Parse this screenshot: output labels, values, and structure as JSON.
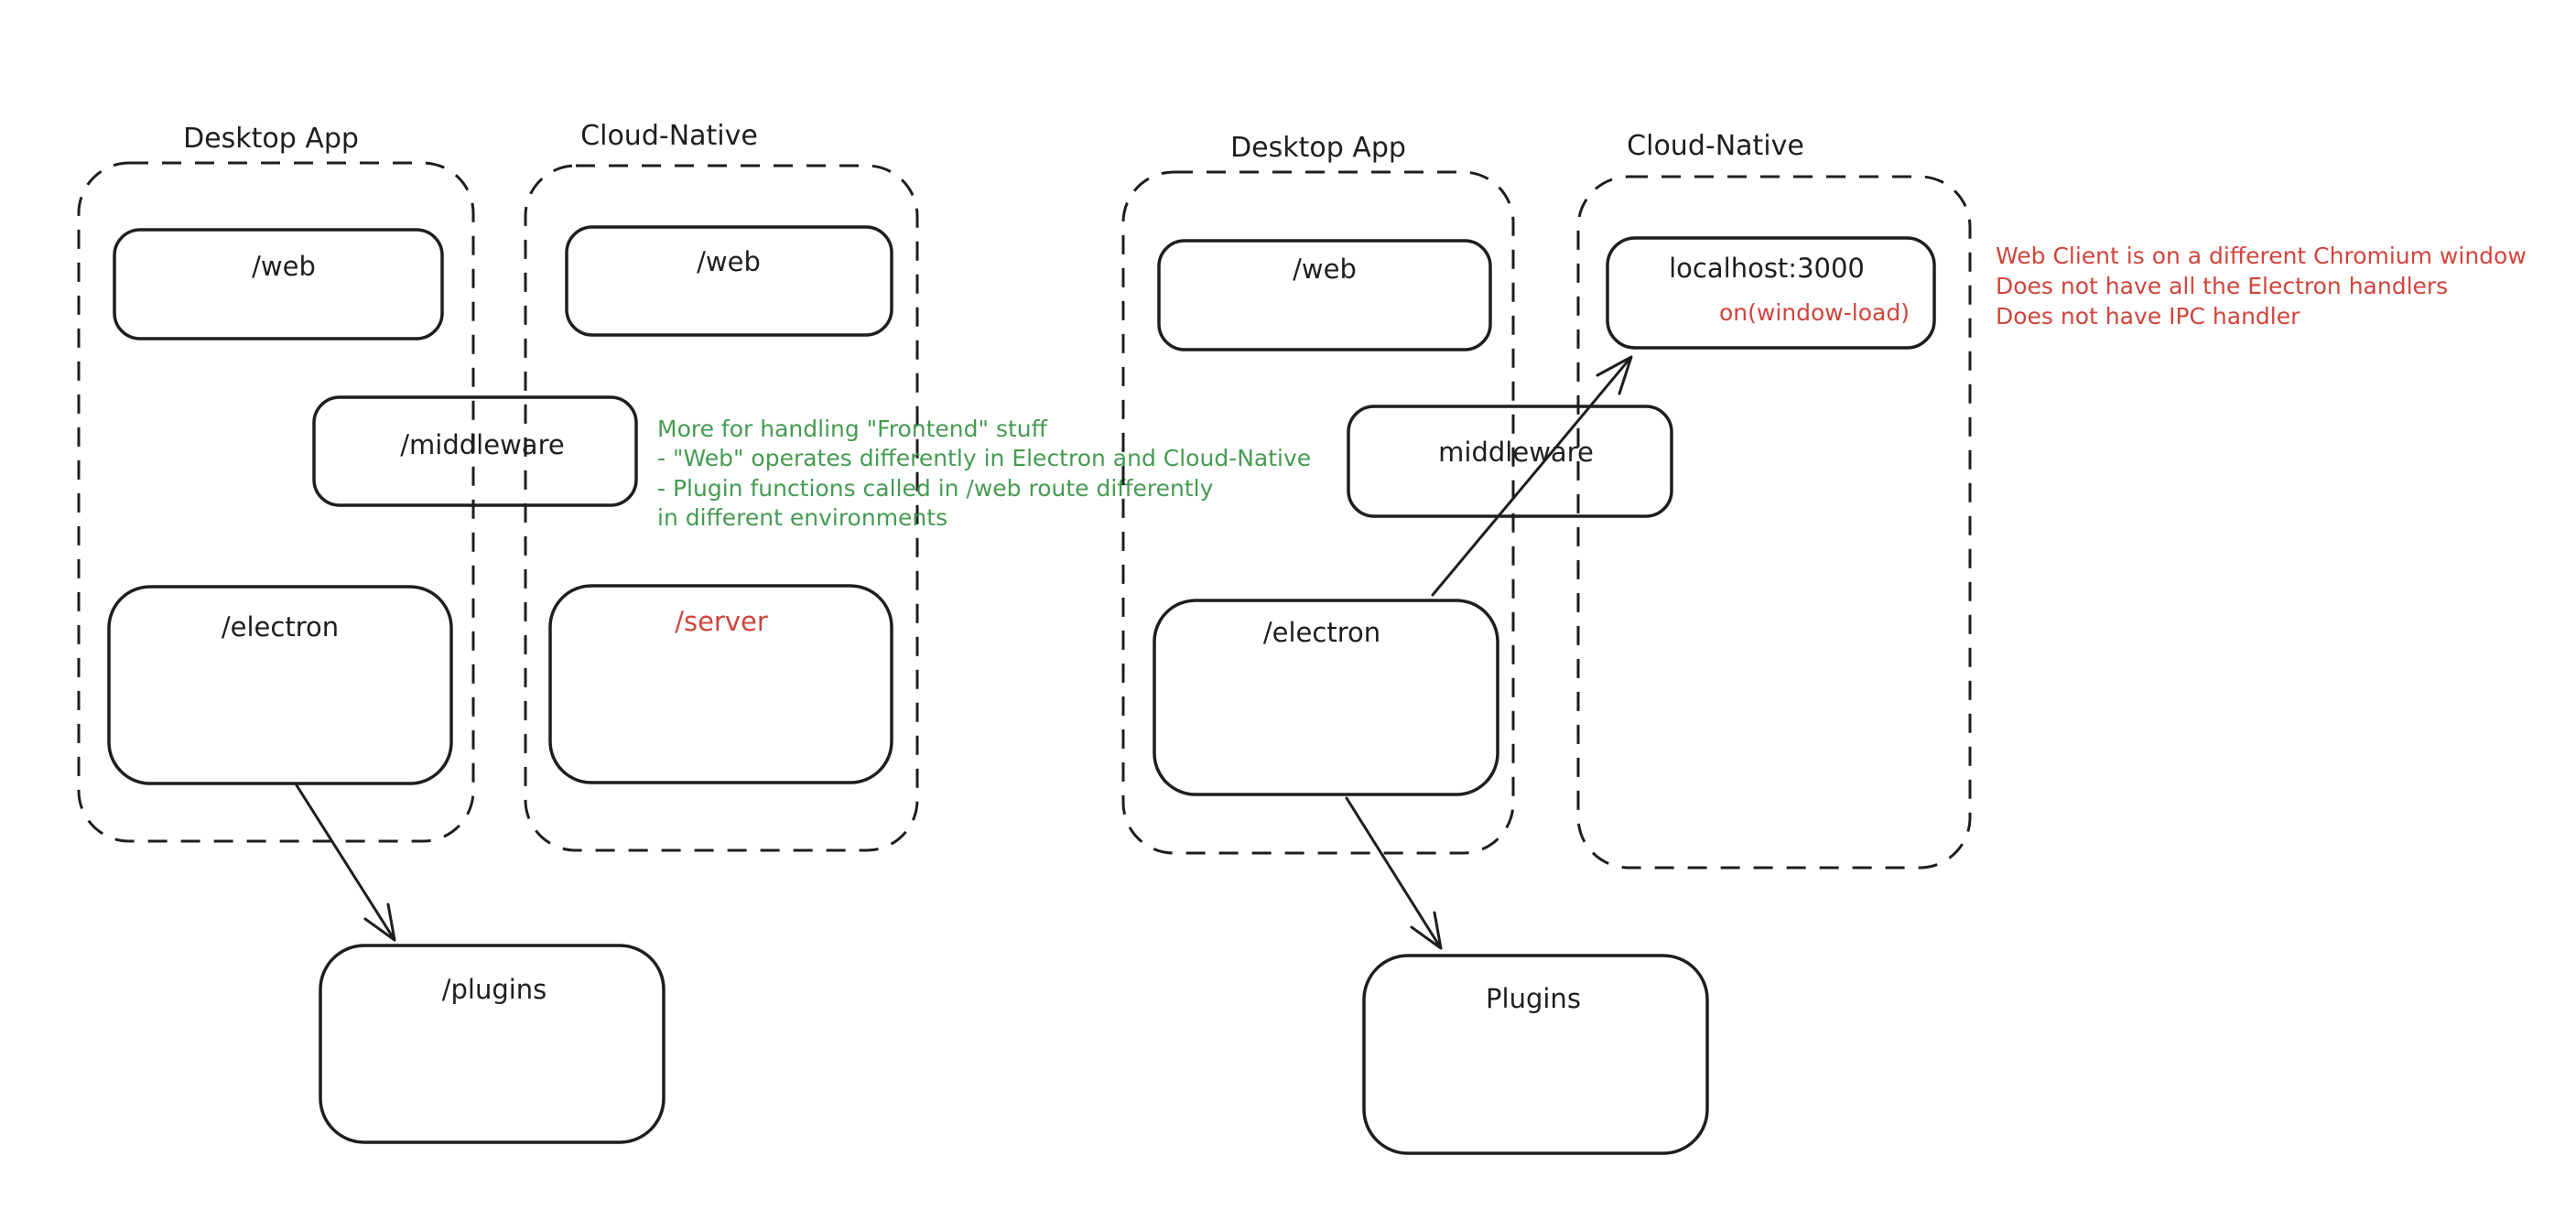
{
  "colors": {
    "background": "#ffffff",
    "ink": "#1e1e1e",
    "green": "#459b52",
    "red": "#d0453c"
  },
  "left": {
    "desktop_app": {
      "title": "Desktop App",
      "web": "/web",
      "electron": "/electron"
    },
    "cloud_native": {
      "title": "Cloud-Native",
      "web": "/web",
      "server": "/server"
    },
    "middleware": "/middleware",
    "plugins": "/plugins",
    "green_note": {
      "lines": [
        "More for handling \"Frontend\" stuff",
        "- \"Web\" operates differently in Electron and Cloud-Native",
        "- Plugin functions called in /web route differently",
        "in different environments"
      ]
    }
  },
  "right": {
    "desktop_app": {
      "title": "Desktop App",
      "web": "/web",
      "electron": "/electron"
    },
    "cloud_native": {
      "title": "Cloud-Native",
      "localhost": "localhost:3000",
      "on_window_load": "on(window-load)"
    },
    "middleware": "middleware",
    "plugins": "Plugins",
    "red_note": {
      "lines": [
        "Web Client is on a different Chromium window",
        "Does not have all the Electron handlers",
        "Does not have IPC handler"
      ]
    }
  }
}
